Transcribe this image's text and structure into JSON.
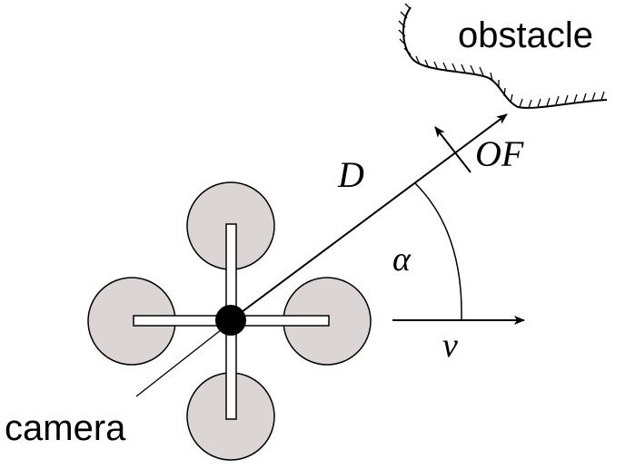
{
  "labels": {
    "obstacle": "obstacle",
    "camera": "camera",
    "distance": "D",
    "optical_flow": "OF",
    "angle": "α",
    "velocity": "v"
  },
  "colors": {
    "rotor_fill": "#dcd5d5",
    "stroke": "#000000",
    "hub": "#000000",
    "background": "#ffffff"
  }
}
